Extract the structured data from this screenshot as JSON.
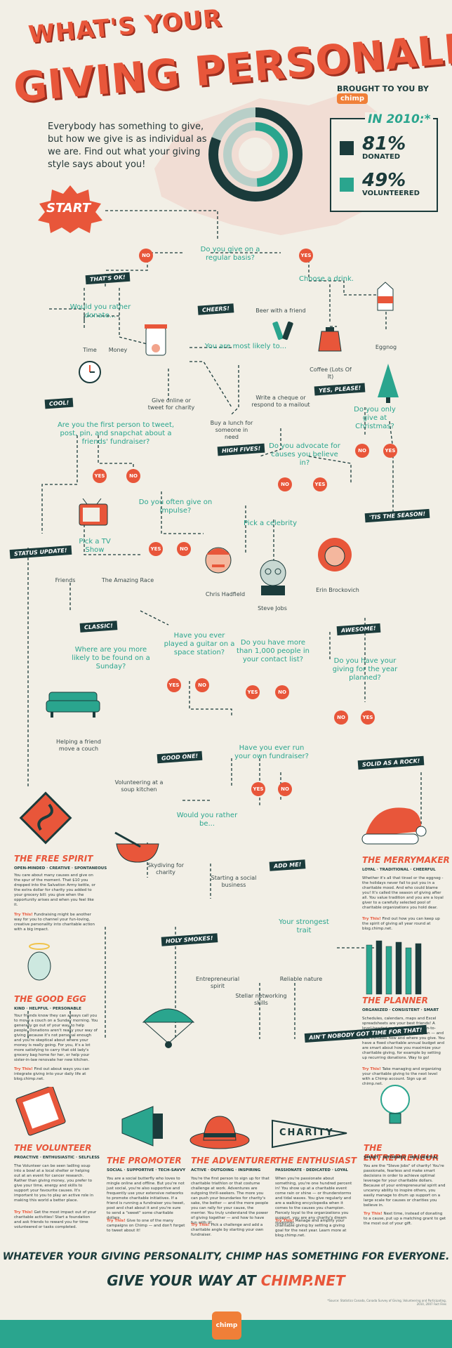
{
  "header": {
    "title_line1": "WHAT'S YOUR",
    "title_line2": "GIVING PERSONALITY?",
    "brought_by": "BROUGHT TO YOU BY",
    "brand": "chimp"
  },
  "intro": "Everybody has something to give, but how we give is as individual as we are. Find out what your giving style says about you!",
  "stats": {
    "year_label": "IN 2010:*",
    "donated_pct": "81%",
    "donated_label": "DONATED",
    "volunteered_pct": "49%",
    "volunteered_label": "VOLUNTEERED",
    "donated_value": 81,
    "volunteered_value": 49,
    "colors": {
      "donated": "#1b3b3b",
      "volunteered": "#2aa58e"
    }
  },
  "colors": {
    "accent": "#e8563a",
    "teal": "#2aa58e",
    "dark": "#1b3b3b",
    "background": "#f2efe6"
  },
  "flow": {
    "start": "START",
    "q_regular": "Do you give on a regular basis?",
    "no": "NO",
    "yes": "YES",
    "thats_ok": "THAT'S OK!",
    "choose_drink": "Choose a drink.",
    "rather_donate": "Would you rather donate...",
    "cheers": "CHEERS!",
    "beer": "Beer with a friend",
    "time": "Time",
    "money": "Money",
    "most_likely": "You are most likely to...",
    "eggnog": "Eggnog",
    "coffee": "Coffee (Lots Of It)",
    "yes_please": "YES, PLEASE!",
    "cool": "COOL!",
    "give_online": "Give online or tweet for charity",
    "write_cheque": "Write a cheque or respond to a mailout",
    "only_christmas": "Do you only give at Christmas?",
    "first_person": "Are you the first person to tweet, post, pin, and snapchat about a friends' fundraiser?",
    "buy_lunch": "Buy a lunch for someone in need",
    "high_fives": "HIGH FIVES!",
    "advocate": "Do you advocate for causes you believe in?",
    "impulse": "Do you often give on impulse?",
    "tis_season": "'TIS THE SEASON!",
    "status_update": "STATUS UPDATE!",
    "pick_tv": "Pick a TV Show",
    "pick_celebrity": "Pick a celebrity",
    "friends": "Friends",
    "amazing_race": "The Amazing Race",
    "chris": "Chris Hadfield",
    "steve": "Steve Jobs",
    "erin": "Erin Brockovich",
    "classic": "CLASSIC!",
    "guitar": "Have you ever played a guitar on a space station?",
    "contacts": "Do you have more than 1,000 people in your contact list?",
    "awesome": "AWESOME!",
    "sunday": "Where are you more likely to be found on a Sunday?",
    "planned": "Do you have your giving for the year planned?",
    "helping_friend": "Helping a friend move a couch",
    "own_fundraiser": "Have you ever run your own fundraiser?",
    "good_one": "GOOD ONE!",
    "solid_rock": "SOLID AS A ROCK!",
    "soup_kitchen": "Volunteering at a soup kitchen",
    "rather_be": "Would you rather be...",
    "add_me": "ADD ME!",
    "skydiving": "Skydiving for charity",
    "social_business": "Starting a social business",
    "strongest": "Your strongest trait",
    "holy_smokes": "HOLY SMOKES!",
    "entrepreneurial": "Entrepreneurial spirit",
    "reliable": "Reliable nature",
    "networking": "Stellar networking skills",
    "aint_nobody": "AIN'T NOBODY GOT TIME FOR THAT!"
  },
  "personalities": {
    "free_spirit": {
      "name": "THE FREE SPIRIT",
      "traits": "OPEN-MINDED · CREATIVE · SPONTANEOUS",
      "desc": "You care about many causes and give on the spur of the moment. That $10 you dropped into the Salvation Army kettle, or the extra dollar for charity you added to your grocery bill: you give when the opportunity arises and when you feel like it.",
      "tip_label": "Try This!",
      "tip": "Fundraising might be another way for you to channel your fun-loving, creative personality into charitable action with a big impact."
    },
    "merrymaker": {
      "name": "THE MERRYMAKER",
      "traits": "LOYAL · TRADITIONAL · CHEERFUL",
      "desc": "Whether it's all that tinsel or the eggnog - the holidays never fail to put you in a charitable mood. And who could blame you! It's called the season of giving after all. You value tradition and you are a loyal giver to a carefully selected pool of charitable organizations you hold dear.",
      "tip_label": "Try This!",
      "tip": "Find out how you can keep up the spirit of giving all year round at blog.chimp.net."
    },
    "good_egg": {
      "name": "THE GOOD EGG",
      "traits": "KIND · HELPFUL · PERSONABLE",
      "desc": "Your friends know they can always call you to move a couch on a Sunday morning. You generally go out of your way to help people. Donations aren't really your way of giving because it's not personal enough and you're skeptical about where your money is really going. For you, it's a lot more satisfying to carry that old lady's grocery bag home for her, or help your sister-in-law renovate her new kitchen.",
      "tip_label": "Try This!",
      "tip": "Find out about ways you can integrate giving into your daily life at blog.chimp.net."
    },
    "planner": {
      "name": "THE PLANNER",
      "traits": "ORGANIZED · CONSISTENT · SMART",
      "desc": "Schedules, calendars, maps and Excel spreadsheets are your best friends! A level-headed realist, you are down-to-earth, reliable and you love to plan — and that includes how and where you give. You have a fixed charitable annual budget and are smart about how you maximize your charitable giving, for example by setting up recurring donations. Way to go!",
      "tip_label": "Try This!",
      "tip": "Take managing and organizing your charitable giving to the next level with a Chimp account. Sign up at chimp.net."
    },
    "volunteer": {
      "name": "THE VOLUNTEER",
      "traits": "PROACTIVE · ENTHUSIASTIC · SELFLESS",
      "desc": "The Volunteer can be seen ladling soup into a bowl at a local shelter or helping out at an event for cancer research. Rather than giving money, you prefer to give your time, energy and skills to support your favourite causes. It's important to you to play an active role in making this world a better place.",
      "tip_label": "Try This!",
      "tip": "Get the most impact out of your charitable activities! Start a foundation and ask friends to reward you for time volunteered or tasks completed."
    },
    "promoter": {
      "name": "THE PROMOTER",
      "traits": "SOCIAL · SUPPORTIVE · TECH-SAVVY",
      "desc": "You are a social butterfly who loves to mingle online and offline. But you're not just social, you're also supportive and frequently use your extensive networks to promote charitable initiatives. If a friend is running a fundraiser you tweet, post and chat about it and you're sure to send a \"sweet\" some charitable dollars.",
      "tip_label": "Try This!",
      "tip": "Give to one of the many campaigns on Chimp — and don't forget to tweet about it!"
    },
    "adventurer": {
      "name": "THE ADVENTURER",
      "traits": "ACTIVE · OUTGOING · INSPIRING",
      "desc": "You're the first person to sign up for that charitable triathlon or that costume challenge at work. Adventures are outgoing thrill-seekers. The more you can push your boundaries for charity's sake, the better — and the more people you can rally for your cause, the merrier. You truly understand the power of giving together — and how to have fun with it!",
      "tip_label": "Try This!",
      "tip": "Pick a challenge and add a charitable angle by starting your own fundraiser."
    },
    "enthusiast": {
      "name": "THE ENTHUSIAST",
      "traits": "PASSIONATE · DEDICATED · LOYAL",
      "desc": "When you're passionate about something, you're one hundred percent in! You show up at a charitable event come rain or shine — or thunderstorms and tidal waves. You give regularly and are a walking encyclopedia when it comes to the causes you champion. Fiercely loyal to the organizations you support, you are any charity's dream supporter.",
      "tip_label": "Try This!",
      "tip": "Manage and amplify your charitable giving by setting a giving goal for the next year. Learn more at blog.chimp.net."
    },
    "entrepreneur": {
      "name": "THE ENTREPRENEUR",
      "traits": "SMART · INFORMED · INFLUENTIAL",
      "desc": "You are the \"Steve Jobs\" of charity! You're passionate, fearless and make smart decisions in order to achieve optimal leverage for your charitable dollars. Because of your entrepreneurial spirit and uncanny ability to inspire others, you easily manage to drum up support on a large scale for causes or charities you believe in.",
      "tip_label": "Try This!",
      "tip": "Next time, instead of donating to a cause, put up a matching grant to get the most out of your gift."
    },
    "banner_text": "CHARITY"
  },
  "footer": {
    "line1": "WHATEVER YOUR GIVING PERSONALITY, CHIMP HAS SOMETHING FOR EVERYONE.",
    "line2_prefix": "GIVE YOUR WAY AT ",
    "line2_link": "CHIMP.NET",
    "brand": "chimp",
    "note": "*Source: Statistics Canada, Canada Survey of Giving, Volunteering and Participating, 2010, 2007 Fact Files"
  }
}
